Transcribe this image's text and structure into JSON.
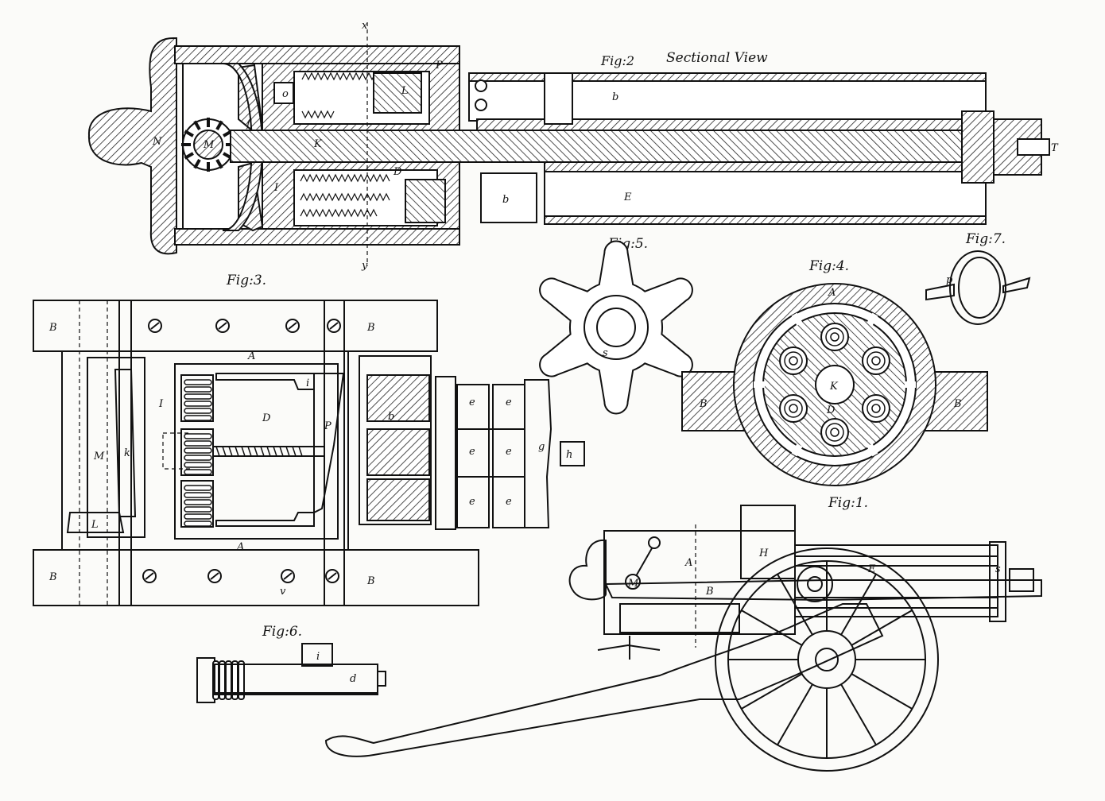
{
  "figures": {
    "fig1": "Fig:1.",
    "fig2": "Fig:2",
    "fig2_sub": "Sectional View",
    "fig3": "Fig:3.",
    "fig4": "Fig:4.",
    "fig5": "Fig:5.",
    "fig6": "Fig:6.",
    "fig7": "Fig:7."
  },
  "labels": {
    "x": "x",
    "y": "y",
    "T": "T",
    "b": "b",
    "d": "d",
    "e": "e",
    "f": "f",
    "g": "g",
    "h": "h",
    "i": "i",
    "k": "k",
    "l": "l",
    "m": "m",
    "o": "o",
    "p": "p",
    "s": "s",
    "v": "v",
    "A": "A",
    "B": "B",
    "D": "D",
    "E": "E",
    "F": "F",
    "H": "H",
    "I": "I",
    "K": "K",
    "L": "L",
    "M": "M",
    "N": "N",
    "P": "P"
  }
}
